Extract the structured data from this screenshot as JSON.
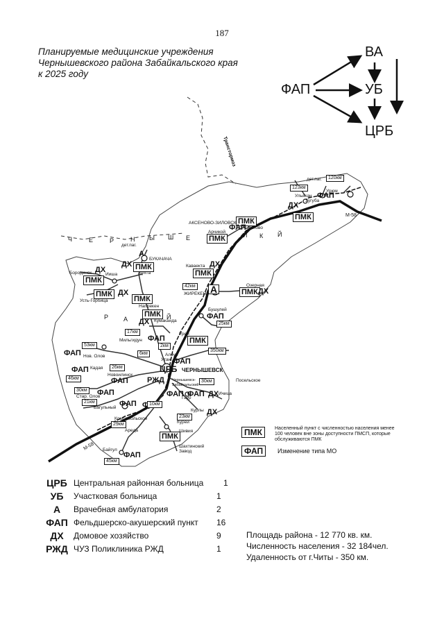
{
  "page_number": "187",
  "title": {
    "line1": "Планируемые медицинские учреждения",
    "line2": "Чернышевского района Забайкальского края",
    "line3": "к 2025 году"
  },
  "scheme": {
    "fap": "ФАП",
    "va": "ВА",
    "ub": "УБ",
    "crb": "ЦРБ"
  },
  "map": {
    "region_letters": [
      "Ч",
      "Е",
      "Р",
      "Н",
      "Ы",
      "Ш",
      "Е",
      "К",
      "И",
      "Й",
      "Р",
      "А",
      "Й"
    ],
    "railway_label": "Транстормоз",
    "road_labels": [
      "М-58",
      "М-58"
    ],
    "towns": {
      "aksenovo": "АКСЕНОВО-ЗИЛОВСКОЕ",
      "ulyakan": "Ульякан",
      "zubovo": "Зугуба",
      "uryum": "Урюм",
      "detpag1": "дет.паг.",
      "detpag2": "дет.паг.",
      "ziloka": "Зилово",
      "archikoy": "Арчикой",
      "bukachacha": "БУКАЧАЧА",
      "bukhta": "Бухта",
      "borodinsk": "Бородинск",
      "iisha": "Ииша",
      "ust_gorbica": "Усть-Горбица",
      "kaveкта": "Каваекта",
      "zhireken": "ЖИРЕКЕН",
      "ozernaya": "Озерная",
      "napreken": "Напрекен",
      "kumakanda": "Кумаканда",
      "bushuley": "Бушулей",
      "milgidun": "Мильгидун",
      "ureya": "Урей",
      "aleur": "Алеур",
      "utan": "Утан",
      "nov_olov": "Нов. Олов",
      "kadaya": "Кадая",
      "novoilinsk": "Новоилинск",
      "chernyshevsk": "ЧЕРНЫШЕВСК",
      "chern_zabaik": "Чернышевск-Забайкальский",
      "poselskoe": "Посельское",
      "star_olov": "Стар. Олов",
      "bagulny": "Багульный",
      "gaur": "Гаур",
      "ichitsa": "Ичица",
      "kurly": "Курлы",
      "komsomolskoe": "Комсомольское",
      "areda": "Арeда",
      "kurey": "Курей",
      "shivia": "Шивия",
      "baygul": "Байгул",
      "shakhtinsky": "Шахтинский Завод"
    },
    "types": {
      "fap_uryum": "ФАП",
      "dh_zubovo": "ДХ",
      "pmk_ulyakan": "ПМК",
      "pmk_aks": "ПМК",
      "fap_aks": "ФАП",
      "pmk_archikoy": "ПМК",
      "dh_aks": "ДХ",
      "a_bukachacha": "А",
      "dh_buk": "ДХ",
      "pmk_buk": "ПМК",
      "dh_borod": "ДХ",
      "pmk_borod": "ПМК",
      "dh_iisha": "ДХ",
      "pmk_iisha": "ПМК",
      "dh_kaveкта": "ДХ",
      "pmk_kaveкта": "ПМК",
      "a_zhireken": "А",
      "pmk_ozer": "ПМК",
      "dh_ozer": "ДХ",
      "pmk_napreken": "ПМК",
      "pmk_kumak": "ПМК",
      "dh_kumak": "ДХ",
      "fap_bushuley": "ФАП",
      "fap_milgidun": "ФАП",
      "pmk_urey": "ПМК",
      "fap_novolov": "ФАП",
      "fap_utan": "ФАП",
      "fap_kadaya": "ФАП",
      "crb": "ЦРБ",
      "fap_novoilinsk": "ФАП",
      "rzhd": "РЖД",
      "fap_starolov": "ФАП",
      "fap_bagul": "ФАП",
      "fap_gaur": "ФАП",
      "fap_ichica": "ФАП",
      "dh_ichica": "ДХ",
      "dh_kurly": "ДХ",
      "fap_komsomol": "ФАП",
      "pmk_shivia": "ПМК",
      "fap_baygul": "ФАП"
    },
    "distances": {
      "d120": "120км",
      "d123": "123км",
      "d42": "42км",
      "d25": "25км",
      "d17": "17км",
      "d2": "2км",
      "d350": "350км",
      "d53": "53км",
      "d6": "6км",
      "d26": "26км",
      "d46": "46км",
      "d30a": "30км",
      "d30b": "30км",
      "d21": "21км",
      "d10": "10км",
      "d29": "29км",
      "d23": "23км",
      "d45": "45км"
    }
  },
  "legend": {
    "pmk_label": "ПМК",
    "pmk_text": "Населенный пункт с численностью населения менее 100 человек вне зоны доступности ПМСП, которые обслуживаются ПМК",
    "fap_label": "ФАП",
    "fap_text": "Изменение типа МО"
  },
  "institutions": [
    {
      "abbr": "ЦРБ",
      "name": "Центральная районная больница",
      "count": "1"
    },
    {
      "abbr": "УБ",
      "name": "Участковая больница",
      "count": "1"
    },
    {
      "abbr": "А",
      "name": "Врачебная амбулатория",
      "count": "2"
    },
    {
      "abbr": "ФАП",
      "name": "Фельдшерско-акушерский пункт",
      "count": "16"
    },
    {
      "abbr": "ДХ",
      "name": "Домовое хозяйство",
      "count": "9"
    },
    {
      "abbr": "РЖД",
      "name": "ЧУЗ Поликлиника РЖД",
      "count": "1"
    }
  ],
  "stats": {
    "area": "Площадь района - 12 770 кв. км.",
    "population": "Численность населения - 32 184чел.",
    "distance": "Удаленность от г.Читы - 350 км."
  }
}
